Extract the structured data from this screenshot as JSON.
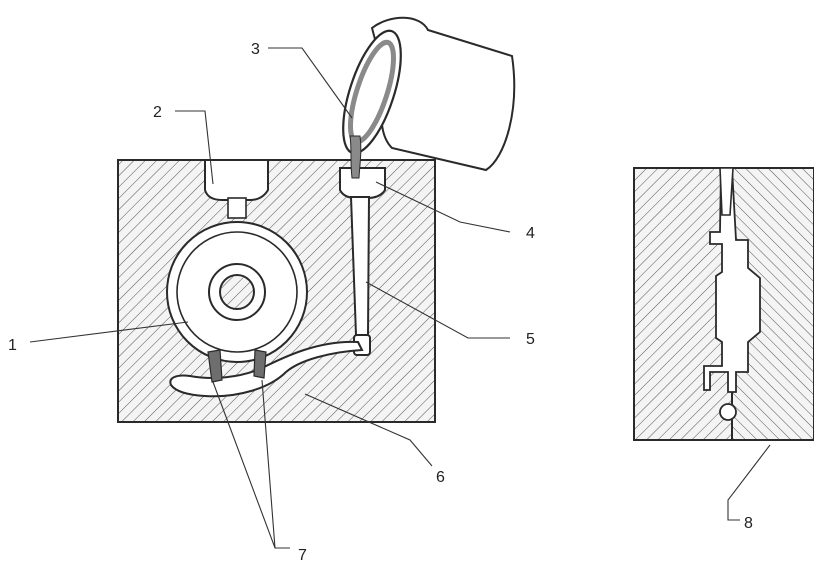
{
  "labels": {
    "l1": "1",
    "l2": "2",
    "l3": "3",
    "l4": "4",
    "l5": "5",
    "l6": "6",
    "l7": "7",
    "l8": "8"
  },
  "colors": {
    "line": "#2a2a2a",
    "hatch": "#5a5a5a",
    "metal": "#8a8a8a",
    "background": "#ffffff"
  }
}
